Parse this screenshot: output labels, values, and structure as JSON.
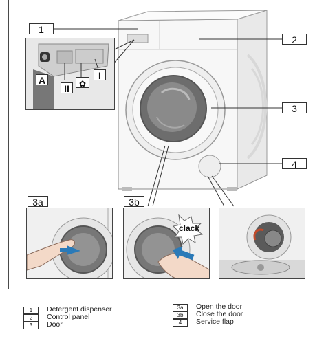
{
  "callouts": {
    "c1": "1",
    "c2": "2",
    "c3": "3",
    "c4": "4",
    "c3a": "3a",
    "c3b": "3b"
  },
  "dispenser_labels": {
    "a": "A",
    "b": "II",
    "c": "I",
    "flower_icon": "flower-icon"
  },
  "clack_text": "clack",
  "legend": {
    "left": [
      {
        "key": "1",
        "label": "Detergent dispenser"
      },
      {
        "key": "2",
        "label": "Control panel"
      },
      {
        "key": "3",
        "label": "Door"
      }
    ],
    "right": [
      {
        "key": "3a",
        "label": "Open the door"
      },
      {
        "key": "3b",
        "label": "Close the door"
      },
      {
        "key": "4",
        "label": "Service flap"
      }
    ]
  }
}
